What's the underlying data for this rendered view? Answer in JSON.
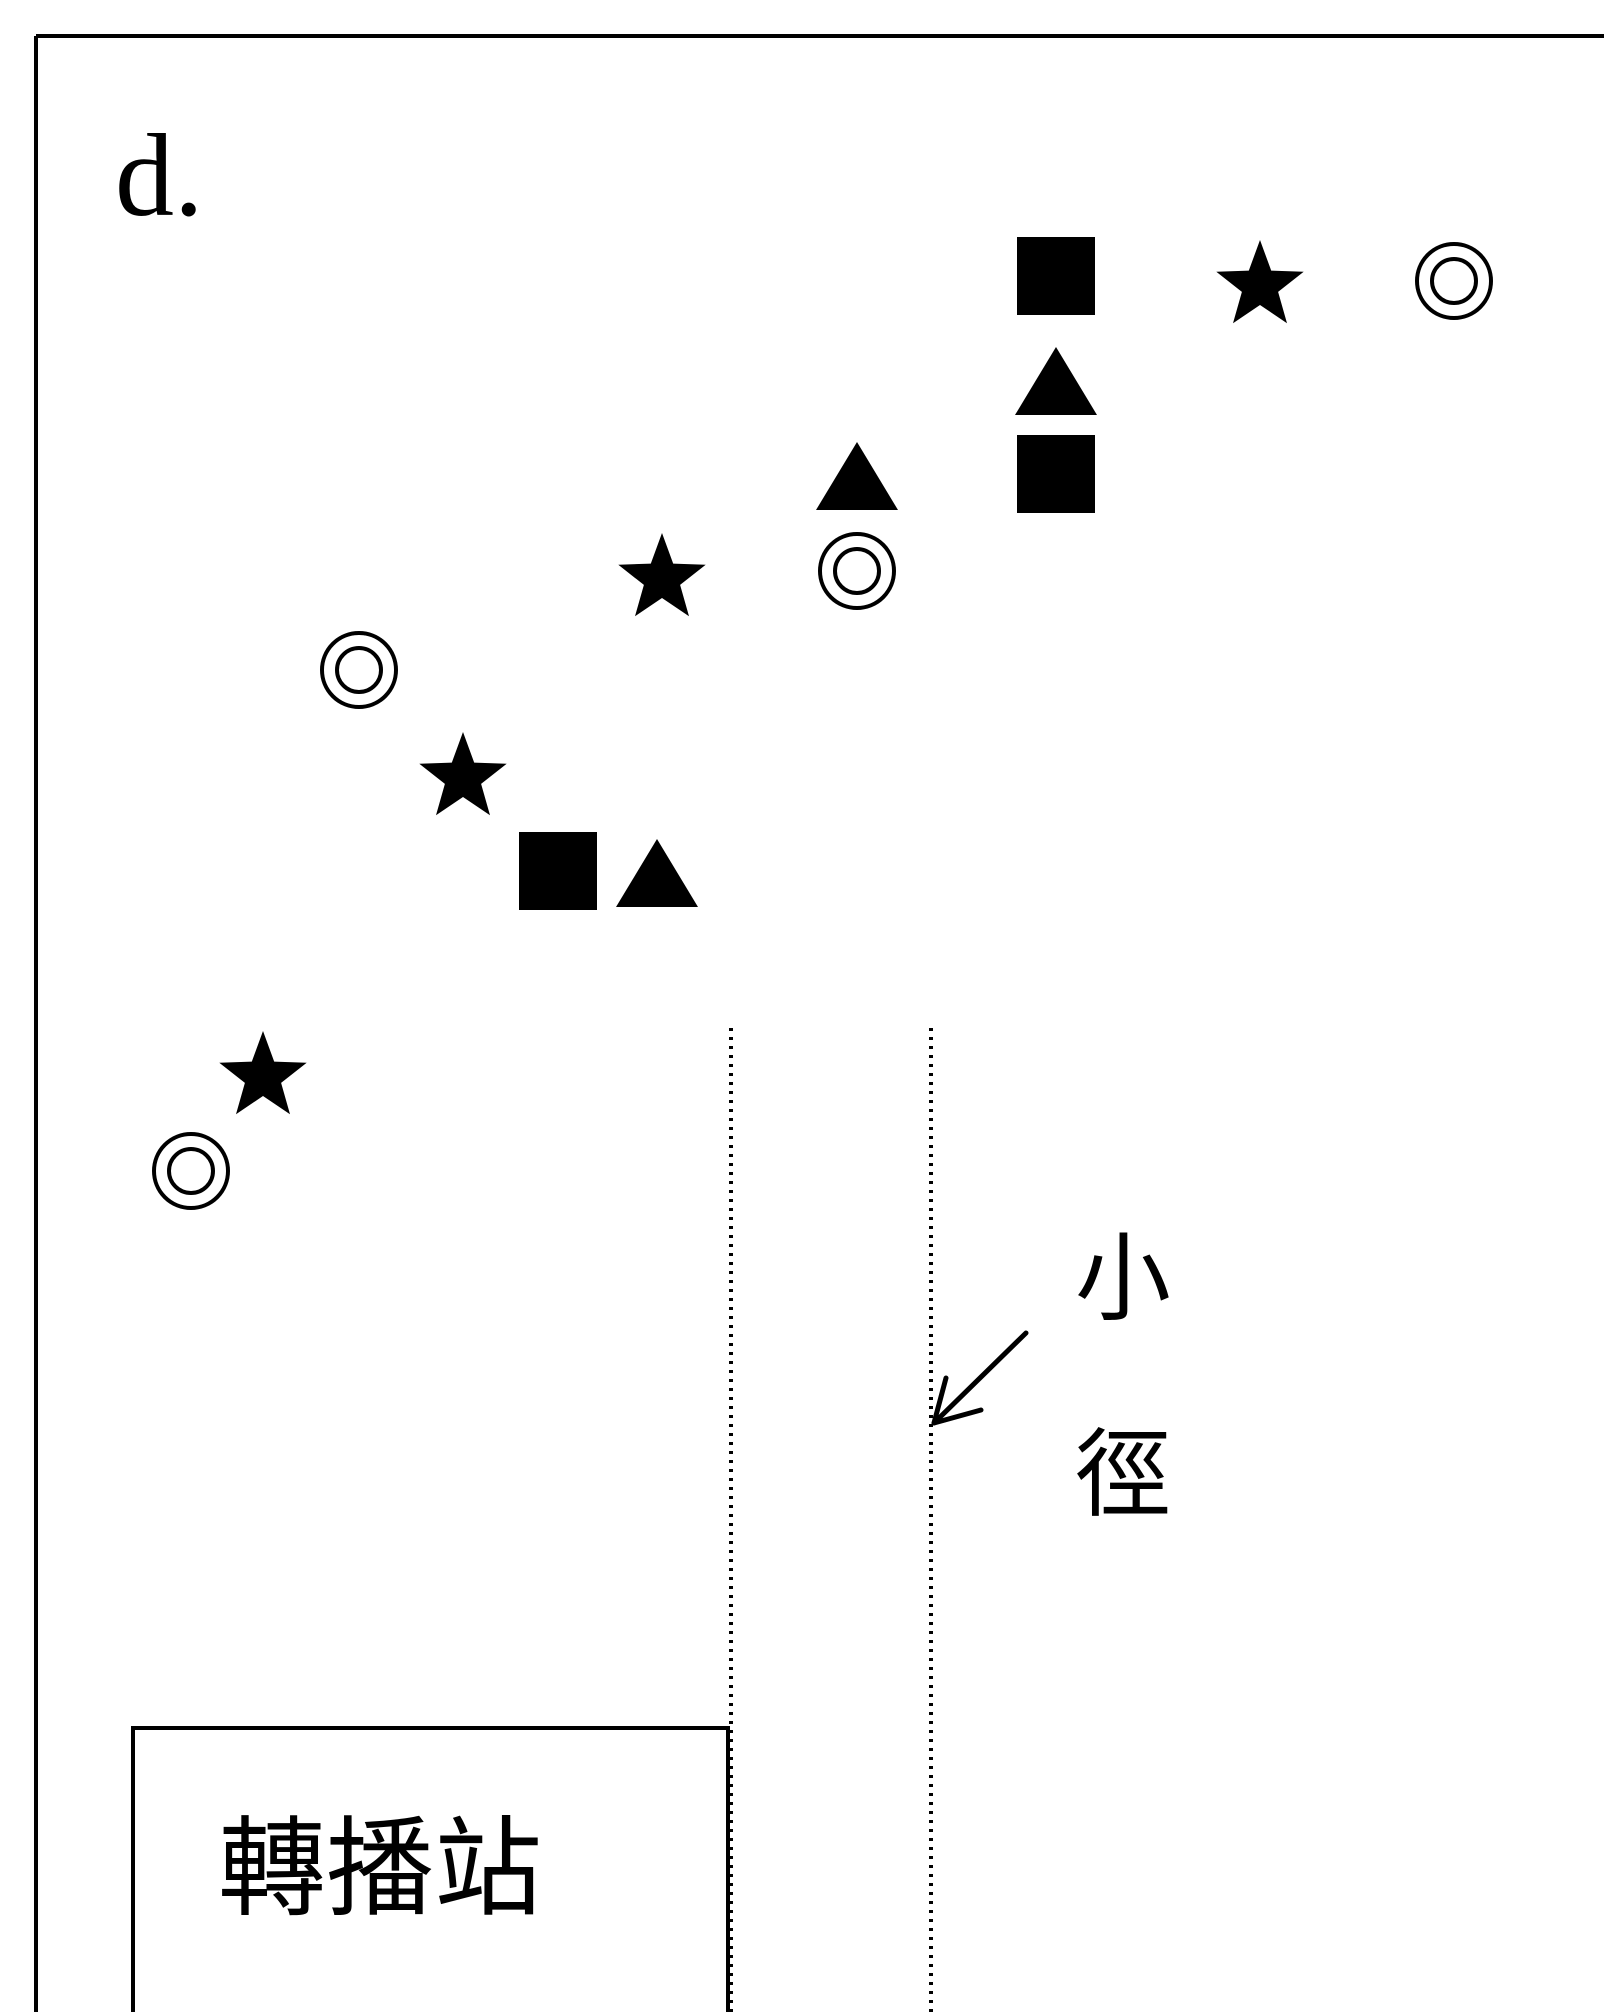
{
  "panel_label": "d.",
  "path_label": {
    "char1": "小",
    "char2": "徑"
  },
  "station_label": "轉播站",
  "marks": [
    {
      "shape": "square",
      "name": "square-mark"
    },
    {
      "shape": "star",
      "name": "star-mark"
    },
    {
      "shape": "double-circle",
      "name": "double-circle-mark"
    },
    {
      "shape": "triangle",
      "name": "triangle-mark"
    },
    {
      "shape": "square",
      "name": "square-mark"
    },
    {
      "shape": "triangle",
      "name": "triangle-mark"
    },
    {
      "shape": "star",
      "name": "star-mark"
    },
    {
      "shape": "double-circle",
      "name": "double-circle-mark"
    },
    {
      "shape": "double-circle",
      "name": "double-circle-mark"
    },
    {
      "shape": "star",
      "name": "star-mark"
    },
    {
      "shape": "square",
      "name": "square-mark"
    },
    {
      "shape": "triangle",
      "name": "triangle-mark"
    },
    {
      "shape": "star",
      "name": "star-mark"
    },
    {
      "shape": "double-circle",
      "name": "double-circle-mark"
    }
  ],
  "colors": {
    "ink": "#000000",
    "paper": "#ffffff"
  }
}
